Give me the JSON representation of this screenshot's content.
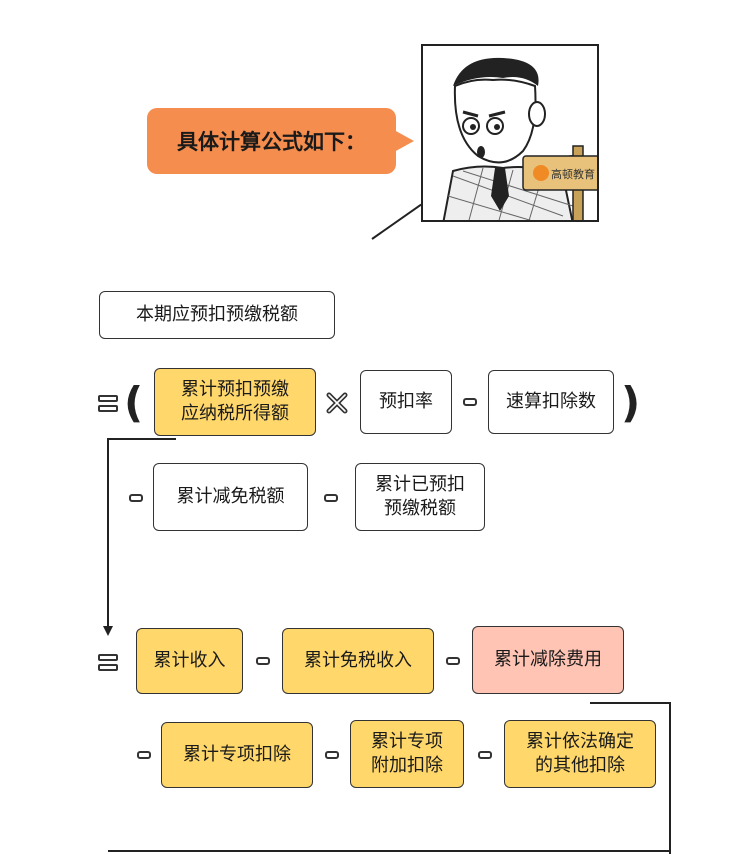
{
  "callout": {
    "text": "具体计算公式如下："
  },
  "illustration": {
    "sign_text": "高顿教育"
  },
  "formula": {
    "title": "本期应预扣预缴税额",
    "row1": {
      "box1": "累计预扣预缴\n应纳税所得额",
      "box2": "预扣率",
      "box3": "速算扣除数"
    },
    "row2": {
      "box1": "累计减免税额",
      "box2": "累计已预扣\n预缴税额"
    },
    "row3": {
      "box1": "累计收入",
      "box2": "累计免税收入",
      "box3": "累计减除费用"
    },
    "row4": {
      "box1": "累计专项扣除",
      "box2": "累计专项\n附加扣除",
      "box3": "累计依法确定\n的其他扣除"
    }
  }
}
